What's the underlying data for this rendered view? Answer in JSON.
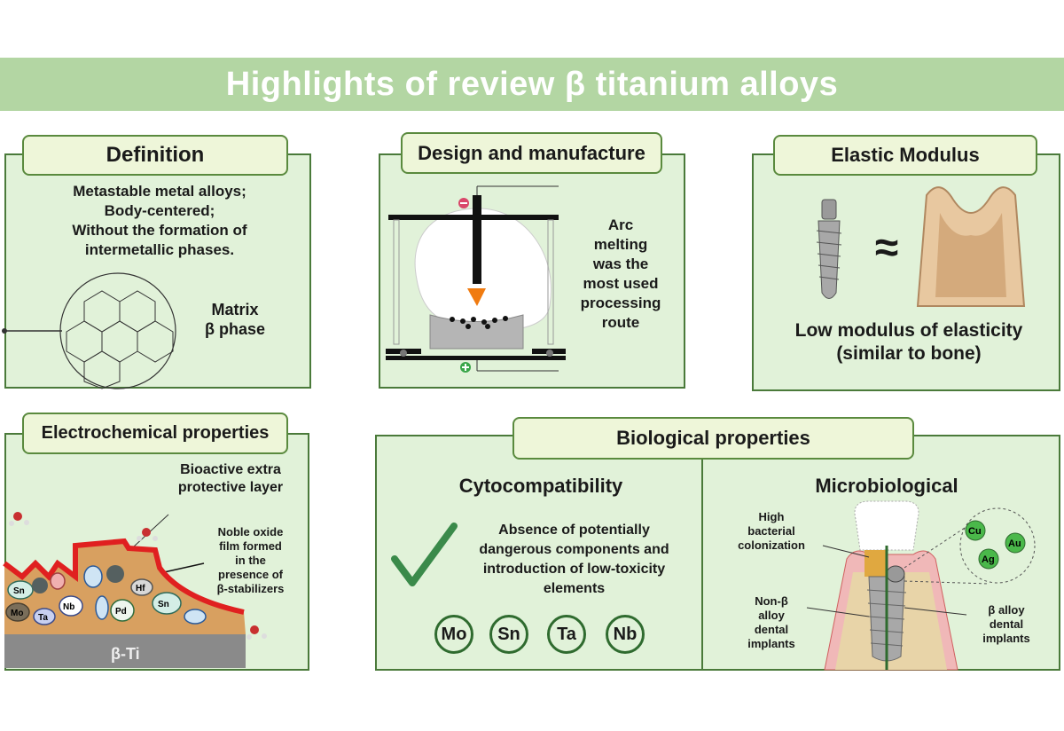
{
  "title": "Highlights of review β titanium alloys",
  "definition": {
    "label": "Definition",
    "lines": [
      "Metastable metal alloys;",
      "Body-centered;",
      "Without the formation of",
      "intermetallic phases."
    ],
    "matrix": [
      "Matrix",
      "β phase"
    ]
  },
  "design": {
    "label": "Design and manufacture",
    "lines": [
      "Arc",
      "melting",
      "was the",
      "most used",
      "processing",
      "route"
    ]
  },
  "elastic": {
    "label": "Elastic Modulus",
    "approx": "≈",
    "lines": [
      "Low modulus of elasticity",
      "(similar to bone)"
    ]
  },
  "electrochemical": {
    "label": "Electrochemical properties",
    "bioactive": [
      "Bioactive extra",
      "protective layer"
    ],
    "noble": [
      "Noble oxide",
      "film formed",
      "in the",
      "presence of",
      "β-stabilizers"
    ],
    "substrate": "β-Ti",
    "particles": [
      "Sn",
      "Mo",
      "Ta",
      "Nb",
      "Hf",
      "Pd",
      "Sn"
    ]
  },
  "biological": {
    "label": "Biological properties",
    "cyto": {
      "heading": "Cytocompatibility",
      "lines": [
        "Absence of potentially",
        "dangerous components and",
        "introduction of low-toxicity",
        "elements"
      ],
      "elements": [
        "Mo",
        "Sn",
        "Ta",
        "Nb"
      ]
    },
    "micro": {
      "heading": "Microbiological",
      "high": [
        "High",
        "bacterial",
        "colonization"
      ],
      "non_beta": [
        "Non-β",
        "alloy",
        "dental",
        "implants"
      ],
      "beta": [
        "β alloy",
        "dental",
        "implants"
      ],
      "ions": [
        "Cu",
        "Au",
        "Ag"
      ]
    }
  },
  "colors": {
    "banner": "#b3d6a3",
    "panel": "#e1f2d9",
    "border": "#4a7a3a",
    "accent": "#2f6b2f"
  }
}
